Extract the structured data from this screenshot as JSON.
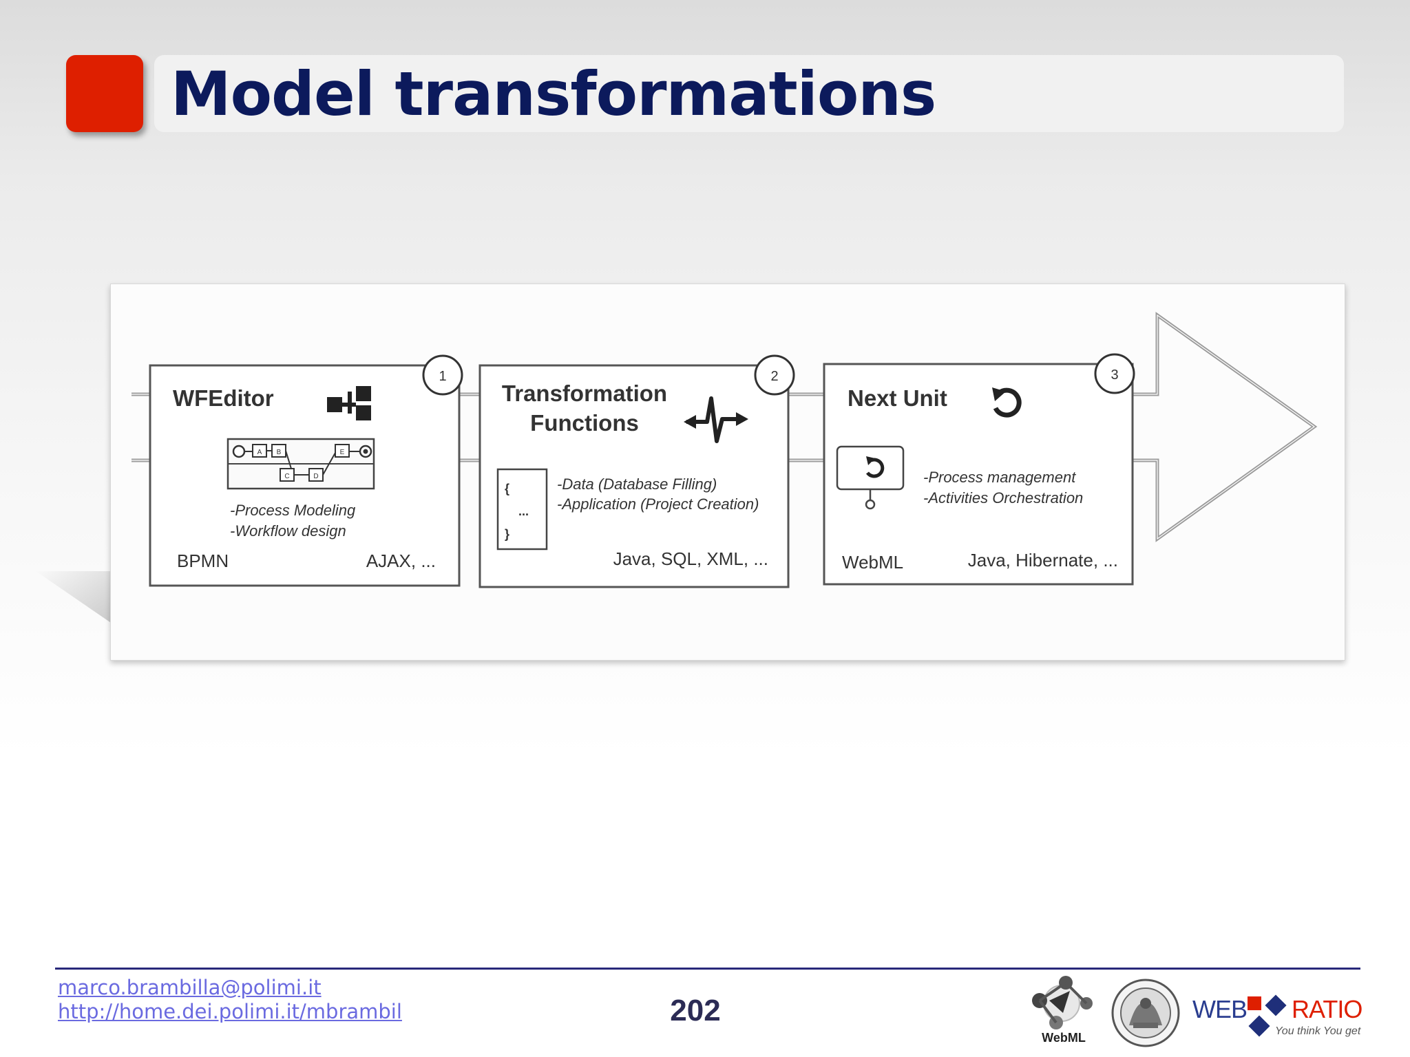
{
  "slide": {
    "title": "Model transformations",
    "page_number": "202"
  },
  "footer": {
    "email": "marco.brambilla@polimi.it",
    "url": "http://home.dei.polimi.it/mbrambil"
  },
  "diagram": {
    "steps": [
      {
        "number": "1",
        "title": "WFEditor",
        "bullets": [
          "-Process Modeling",
          "-Workflow design"
        ],
        "left_label": "BPMN",
        "right_label": "AJAX, ...",
        "icon": "hierarchy-icon",
        "mini_labels": [
          "A",
          "B",
          "C",
          "D",
          "E"
        ]
      },
      {
        "number": "2",
        "title_line1": "Transformation",
        "title_line2": "Functions",
        "bullets": [
          "-Data (Database Filling)",
          "-Application (Project Creation)"
        ],
        "right_label": "Java, SQL, XML, ...",
        "code_lines": [
          "{",
          "...",
          "}"
        ],
        "icon": "waveform-arrow-icon"
      },
      {
        "number": "3",
        "title": "Next Unit",
        "bullets": [
          "-Process management",
          "-Activities Orchestration"
        ],
        "left_label": "WebML",
        "right_label": "Java, Hibernate, ...",
        "icon": "refresh-icon"
      }
    ]
  },
  "logos": {
    "webml": "WebML",
    "webratio_web": "WEB",
    "webratio_ratio": "RATIO",
    "webratio_tagline": "You think You get"
  },
  "colors": {
    "title": "#0c1a5c",
    "accent": "#de1f00",
    "footer_rule": "#28287a",
    "link": "#6a6ae0"
  }
}
